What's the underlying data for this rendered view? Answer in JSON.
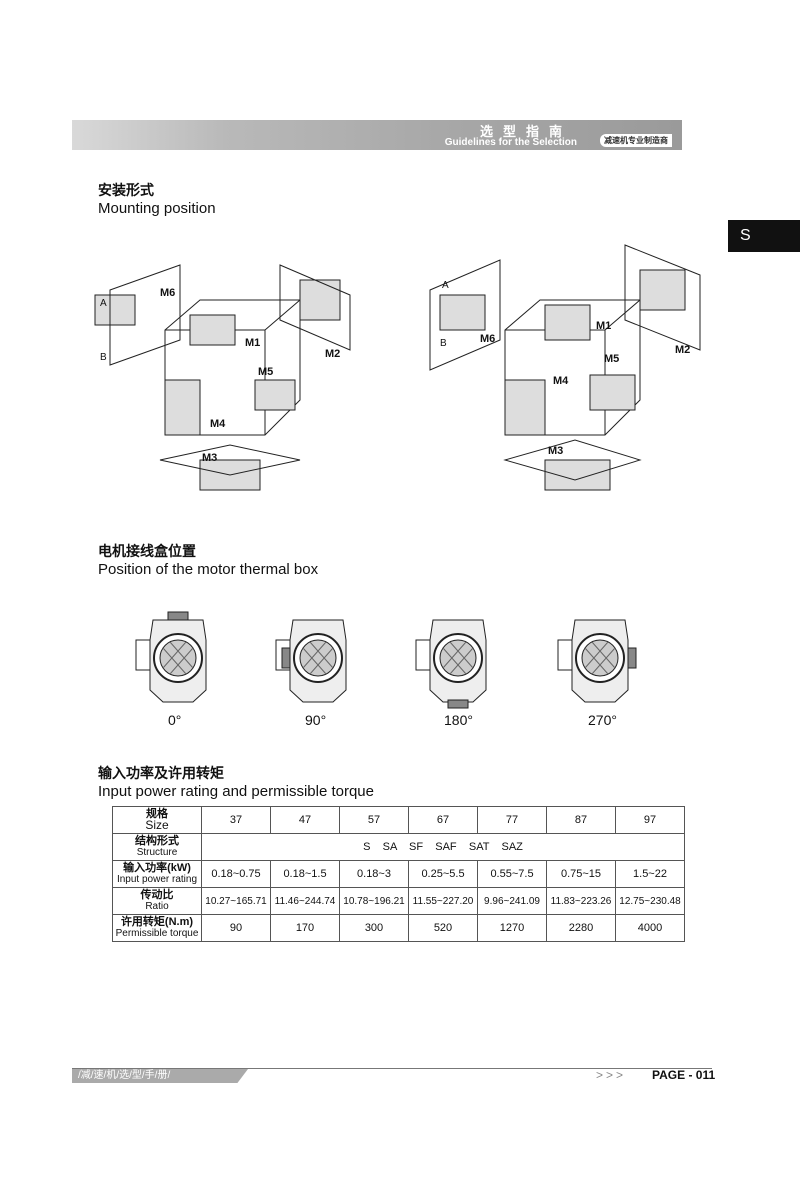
{
  "header": {
    "title_cn": "选型指南",
    "title_en": "Guidelines for the Selection",
    "tag": "减速机专业制造商"
  },
  "side_tab": "S",
  "section1": {
    "title_cn": "安装形式",
    "title_en": "Mounting position",
    "labels": {
      "m1": "M1",
      "m2": "M2",
      "m3": "M3",
      "m4": "M4",
      "m5": "M5",
      "m6": "M6",
      "a": "A",
      "b": "B"
    }
  },
  "section2": {
    "title_cn": "电机接线盒位置",
    "title_en": "Position of the motor thermal box",
    "positions": [
      "0°",
      "90°",
      "180°",
      "270°"
    ]
  },
  "section3": {
    "title_cn": "输入功率及许用转矩",
    "title_en": "Input power rating and permissible torque",
    "table": {
      "size_cn": "规格",
      "size_en": "Size",
      "sizes": [
        "37",
        "47",
        "57",
        "67",
        "77",
        "87",
        "97"
      ],
      "structure_cn": "结构形式",
      "structure_en": "Structure",
      "structure_value": "S    SA    SF    SAF    SAT    SAZ",
      "power_cn": "输入功率(kW)",
      "power_en": "Input power rating",
      "power": [
        "0.18~0.75",
        "0.18~1.5",
        "0.18~3",
        "0.25~5.5",
        "0.55~7.5",
        "0.75~15",
        "1.5~22"
      ],
      "ratio_cn": "传动比",
      "ratio_en": "Ratio",
      "ratio": [
        "10.27~165.71",
        "11.46~244.74",
        "10.78~196.21",
        "11.55~227.20",
        "9.96~241.09",
        "11.83~223.26",
        "12.75~230.48"
      ],
      "torque_cn": "许用转矩(N.m)",
      "torque_en": "Permissible torque",
      "torque": [
        "90",
        "170",
        "300",
        "520",
        "1270",
        "2280",
        "4000"
      ]
    }
  },
  "footer": {
    "tag": "/减/速/机/选/型/手/册/",
    "arrows": ">>>",
    "page": "PAGE - 011"
  }
}
